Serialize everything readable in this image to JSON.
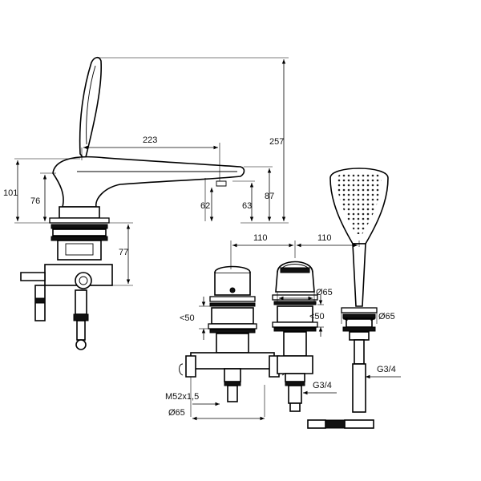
{
  "dimensions": {
    "spout_reach": "223",
    "total_height": "257",
    "body_height_101": "101",
    "body_height_76": "76",
    "outlet_height_87": "87",
    "outlet_height_62": "62",
    "outlet_height_63": "63",
    "below_deck_77": "77",
    "spacing_left": "110",
    "spacing_right": "110",
    "deck_thickness_left": "<50",
    "deck_thickness_mid": "<50",
    "diameter_mid": "Ø65",
    "diameter_handshower": "Ø65",
    "diameter_valve": "Ø65",
    "thread_mid": "G3/4",
    "thread_handshower": "G3/4",
    "thread_valve": "M52x1,5"
  },
  "icons": {
    "handshower": "handshower-icon",
    "spout": "spout-icon"
  }
}
